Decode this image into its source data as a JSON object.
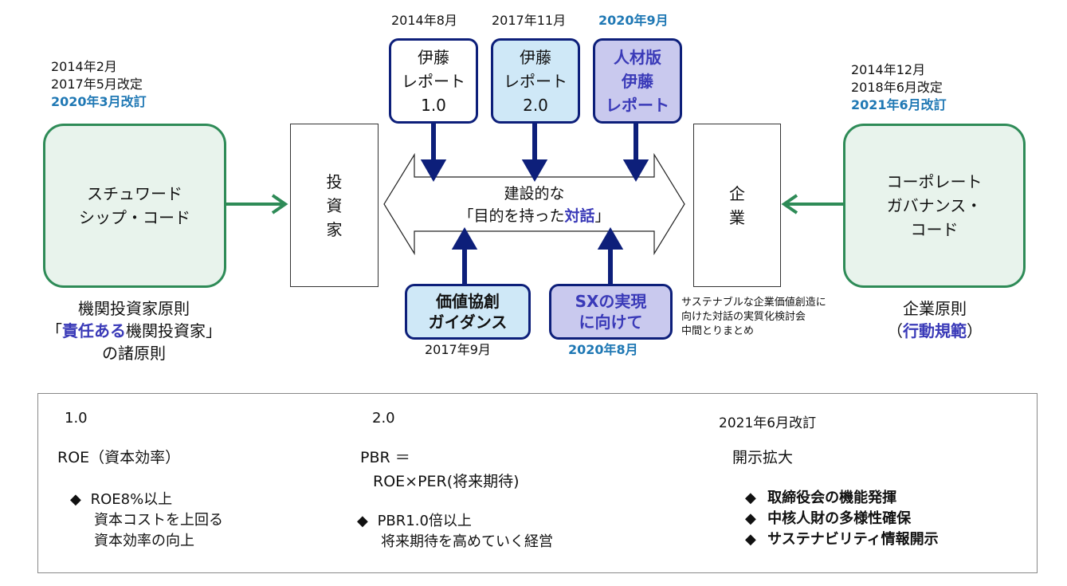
{
  "left": {
    "dates": [
      "2014年2月",
      "2017年5月改定"
    ],
    "date_revised": "2020年3月改訂",
    "box_lines": [
      "スチュワード",
      "シップ・コード"
    ],
    "caption_line1": "機関投資家原則",
    "caption_open": "「",
    "caption_highlight": "責任ある",
    "caption_rest": "機関投資家」",
    "caption_line3": "の諸原則"
  },
  "investor": {
    "label": [
      "投",
      "資",
      "家"
    ]
  },
  "company": {
    "label": [
      "企",
      "業"
    ]
  },
  "center": {
    "line1": "建設的な",
    "line2_prefix": "「目的を持った",
    "line2_highlight": "対話",
    "line2_suffix": "」"
  },
  "reports": [
    {
      "date": "2014年8月",
      "lines": [
        "伊藤",
        "レポート",
        "1.0"
      ]
    },
    {
      "date": "2017年11月",
      "lines": [
        "伊藤",
        "レポート",
        "2.0"
      ]
    },
    {
      "date": "2020年9月",
      "lines": [
        "人材版",
        "伊藤",
        "レポート"
      ]
    }
  ],
  "guidance": {
    "lines": [
      "価値協創",
      "ガイダンス"
    ],
    "date": "2017年9月"
  },
  "sx": {
    "lines": [
      "SXの実現",
      "に向けて"
    ],
    "date": "2020年8月",
    "note": [
      "サステナブルな企業価値創造に",
      "向けた対話の実質化検討会",
      "中間とりまとめ"
    ]
  },
  "right": {
    "dates": [
      "2014年12月",
      "2018年6月改定"
    ],
    "date_revised": "2021年6月改訂",
    "box_lines": [
      "コーポレート",
      "ガバナンス・",
      "コード"
    ],
    "caption_line1": "企業原則",
    "caption_open": "（",
    "caption_highlight": "行動規範",
    "caption_close": "）"
  },
  "panel": {
    "col1": {
      "header": "1.0",
      "title": "ROE（資本効率）",
      "bullet": "◆",
      "bullet_head": "ROE8%以上",
      "bullet_lines": [
        "資本コストを上回る",
        "資本効率の向上"
      ]
    },
    "col2": {
      "header": "2.0",
      "title_line1": "PBR ＝",
      "title_line2": "ROE×PER(将来期待)",
      "bullet": "◆",
      "bullet_head": "PBR1.0倍以上",
      "bullet_lines": [
        "将来期待を高めていく経営"
      ]
    },
    "col3": {
      "header": "2021年6月改訂",
      "title": "開示拡大",
      "bullet": "◆",
      "bullets": [
        "取締役会の機能発揮",
        "中核人財の多様性確保",
        "サステナビリティ情報開示"
      ]
    }
  },
  "colors": {
    "green": "#2e8b57",
    "green_fill": "#e8f3ec",
    "navy": "#0d1f7a",
    "report1_fill": "#ffffff",
    "report2_fill": "#cfe8f7",
    "report3_fill": "#c9c9ee",
    "blue_text": "#1f78b4",
    "purple_text": "#3a3ab8"
  }
}
